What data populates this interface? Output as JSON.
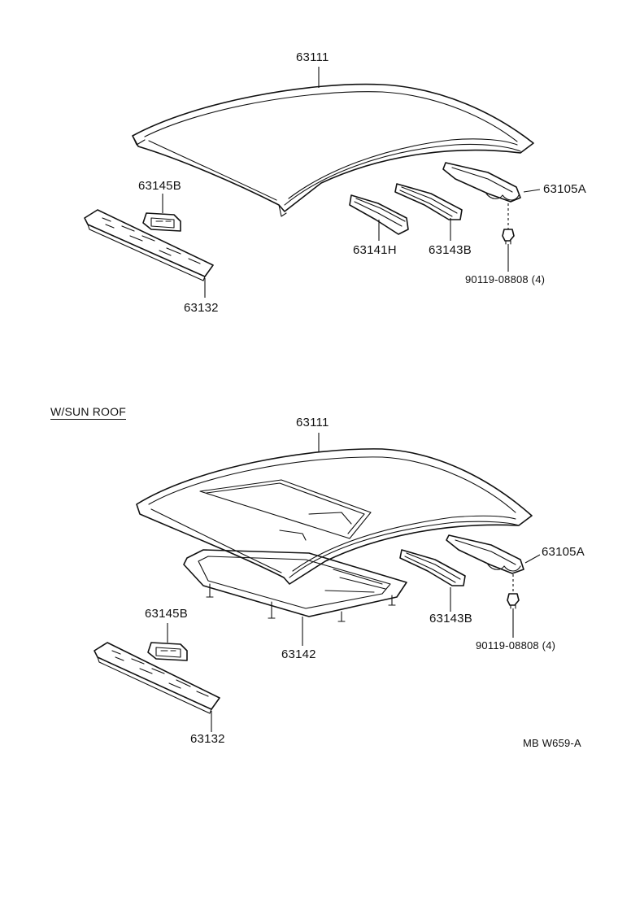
{
  "top_section": {
    "labels": {
      "roof_panel": "63111",
      "rail_rear_side": "63105A",
      "bow_front": "63141H",
      "bow_rear": "63143B",
      "bolt": "90119-08808 (4)",
      "bracket": "63145B",
      "header_panel": "63132"
    }
  },
  "sunroof_section": {
    "heading": "W/SUN ROOF",
    "labels": {
      "roof_panel": "63111",
      "rail_rear_side": "63105A",
      "bow_rear": "63143B",
      "bolt": "90119-08808 (4)",
      "bracket": "63145B",
      "sunroof_frame": "63142",
      "header_panel": "63132"
    }
  },
  "figure_code": "MB W659-A"
}
